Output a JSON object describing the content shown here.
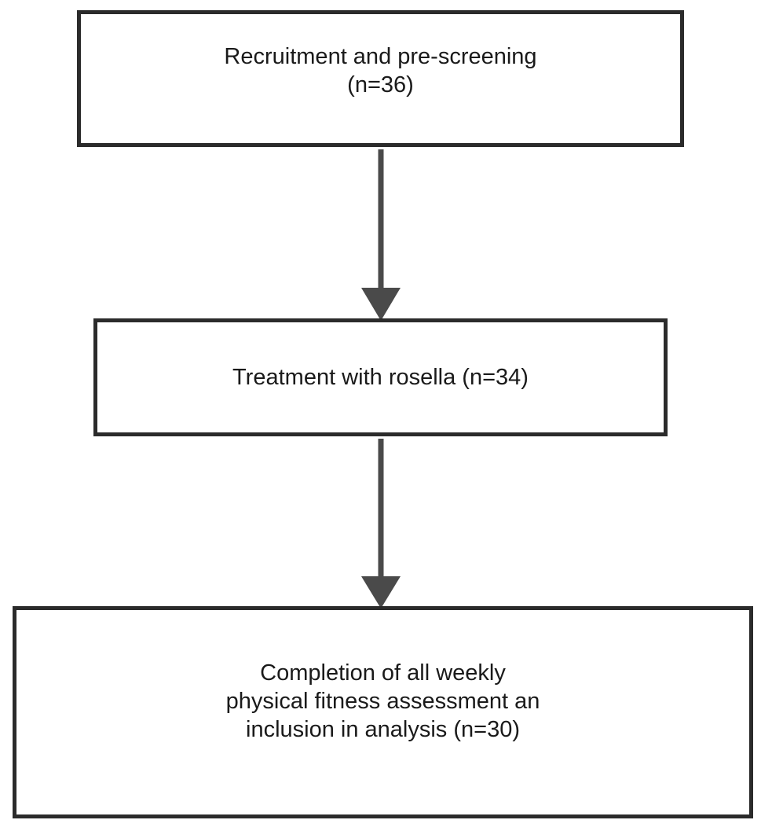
{
  "flowchart": {
    "steps": [
      {
        "lines": [
          "Recruitment and pre-screening",
          "(n=36)"
        ]
      },
      {
        "lines": [
          "Treatment with rosella (n=34)"
        ]
      },
      {
        "lines": [
          "Completion of all weekly",
          "physical fitness assessment an",
          "inclusion in analysis (n=30)"
        ]
      }
    ],
    "colors": {
      "border": "#2b2b2b",
      "arrow": "#4a4a4a",
      "text": "#1a1a1a",
      "background": "#ffffff"
    }
  }
}
